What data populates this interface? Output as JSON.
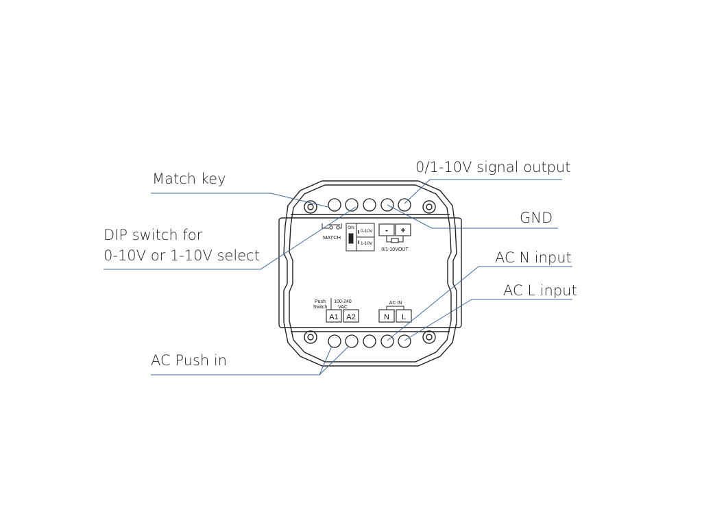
{
  "callouts": {
    "match_key": "Match key",
    "dip_switch_line1": "DIP switch for",
    "dip_switch_line2": "0-10V or 1-10V select",
    "ac_push_in": "AC Push in",
    "signal_output": "0/1-10V signal output",
    "gnd": "GND",
    "ac_n_input": "AC N input",
    "ac_l_input": "AC L input"
  },
  "board": {
    "match_label": "MATCH",
    "dip_on": "ON",
    "dip_option_1": "0-10V",
    "dip_option_2": "1-10V",
    "out_minus": "-",
    "out_plus": "+",
    "out_label": "0/1-10VOUT",
    "push_switch_line1": "Push",
    "push_switch_line2": "Switch",
    "vac_line1": "100-240",
    "vac_line2": "VAC",
    "terminal_a1": "A1",
    "terminal_a2": "A2",
    "ac_in_label": "AC IN",
    "terminal_n": "N",
    "terminal_l": "L"
  },
  "colors": {
    "leader_line": "#3d6a99",
    "outline": "#222222"
  }
}
